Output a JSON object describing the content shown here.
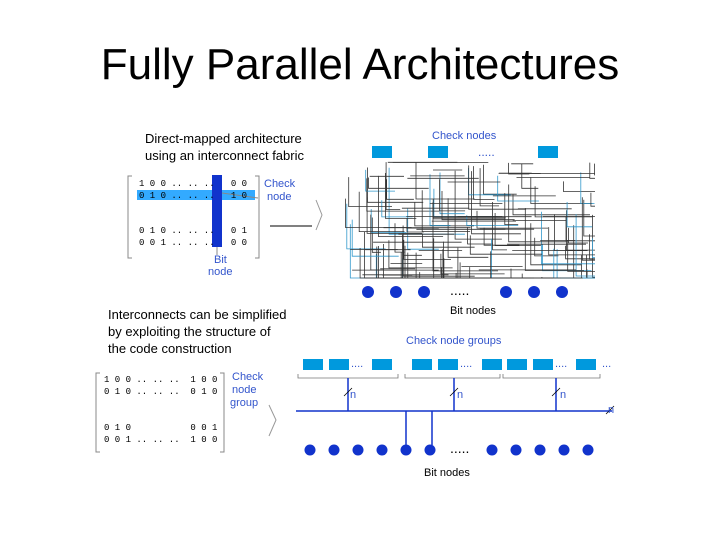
{
  "title": "Fully Parallel Architectures",
  "direct": {
    "caption_line1": "Direct-mapped architecture",
    "caption_line2": "using an interconnect fabric",
    "check_label_line1": "Check",
    "check_label_line2": "node",
    "bit_label_line1": "Bit",
    "bit_label_line2": "node",
    "top_label": "Check nodes",
    "bottom_label": "Bit nodes",
    "dots_top": ".....",
    "dots_bottom": ".....",
    "matrix_rows": [
      "1 0 0 .. .. ..   0 0",
      "0 1 0 .. .. ..   1 0",
      "",
      "",
      "0 1 0 .. .. ..   0 1",
      "0 0 1 .. .. ..   0 0"
    ]
  },
  "structured": {
    "caption_line1": "Interconnects can be simplified",
    "caption_line2": "by exploiting the structure of",
    "caption_line3": "the code construction",
    "group_label_line1": "Check",
    "group_label_line2": "node",
    "group_label_line3": "group",
    "top_label": "Check node groups",
    "bottom_label": "Bit nodes",
    "dots_groups": "....",
    "dots_groups_end": "...",
    "dots_bits": ".....",
    "bus_labels": [
      "n",
      "n",
      "n",
      "n"
    ],
    "matrix_rows": [
      "1 0 0 .. .. ..  1 0 0",
      "0 1 0 .. .. ..  0 1 0",
      "",
      "",
      "0 1 0           0 0 1",
      "0 0 1 .. .. ..  1 0 0"
    ]
  },
  "colors": {
    "node_fill": "#0099dd",
    "bit_node": "#1133cc",
    "label_blue": "#3355cc",
    "bus": "#1133cc",
    "highlight_col": "#1133cc",
    "highlight_row": "#33aaff"
  }
}
